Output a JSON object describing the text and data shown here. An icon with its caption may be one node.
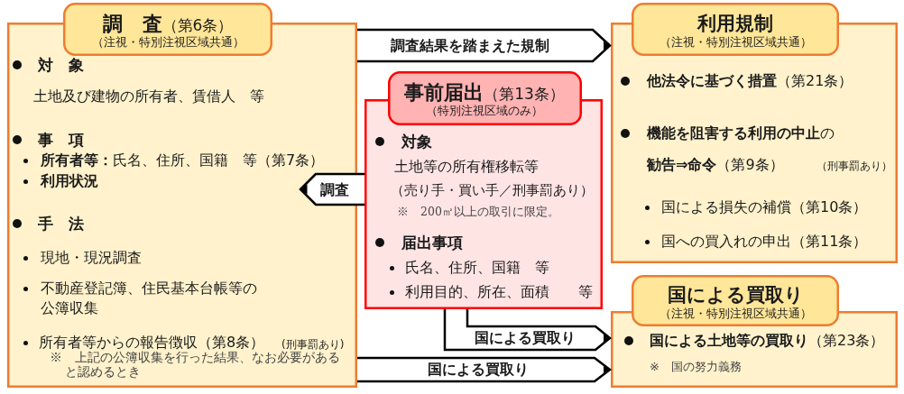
{
  "diagram": {
    "nodes": [
      {
        "text": [
          "**調　査**（第6条）",
          "（注視・特別注視区域共通）",
          "対　象",
          "土地及び建物の所有者、賃借人　等",
          "事　項",
          "**所有者等：**氏名、住所、国籍　等（第7条）",
          "利用状況",
          "手　法",
          "現地・現況調査",
          "不動産登記簿、住民基本台帳等の公簿収集",
          "所有者等からの報告徴収（第8条）",
          "(刑事罰あり)",
          "※　上記の公簿収集を行った結果、なお必要があると認めるとき"
        ]
      },
      {
        "text": [
          "**事前届出**（第13条）",
          "（特別注視区域のみ）",
          "対象",
          "土地等の所有権移転等",
          "（売り手・買い手／刑事罰あり）",
          "※　200㎡以上の取引に限定。",
          "届出事項",
          "氏名、住所、国籍　等",
          "利用目的、所在、面積　　等"
        ]
      },
      {
        "text": [
          "利用規制",
          "（注視・特別注視区域共通）",
          "**他法令に基づく措置**（第21条）",
          "**機能を阻害する利用の中止**の",
          "**勧告⇒命令**（第9条）",
          "（刑事罰あり）",
          "国による損失の補償（第10条）",
          "国への買入れの申出（第11条）"
        ]
      },
      {
        "text": [
          "国による買取り",
          "（注視・特別注視区域共通）",
          "**国による土地等の買取り**（第23条）",
          "※　国の努力義務"
        ]
      }
    ],
    "edges": [
      {
        "from": 0,
        "to": 2,
        "arrow": "to",
        "label": "調査結果を踏まえた規制"
      },
      {
        "from": 1,
        "to": 0,
        "arrow": "to",
        "label": "調査"
      },
      {
        "from": 1,
        "to": 3,
        "arrow": "to",
        "label": "国による買取り"
      },
      {
        "from": 0,
        "to": 3,
        "arrow": "to",
        "label": "国による買取り"
      }
    ]
  }
}
